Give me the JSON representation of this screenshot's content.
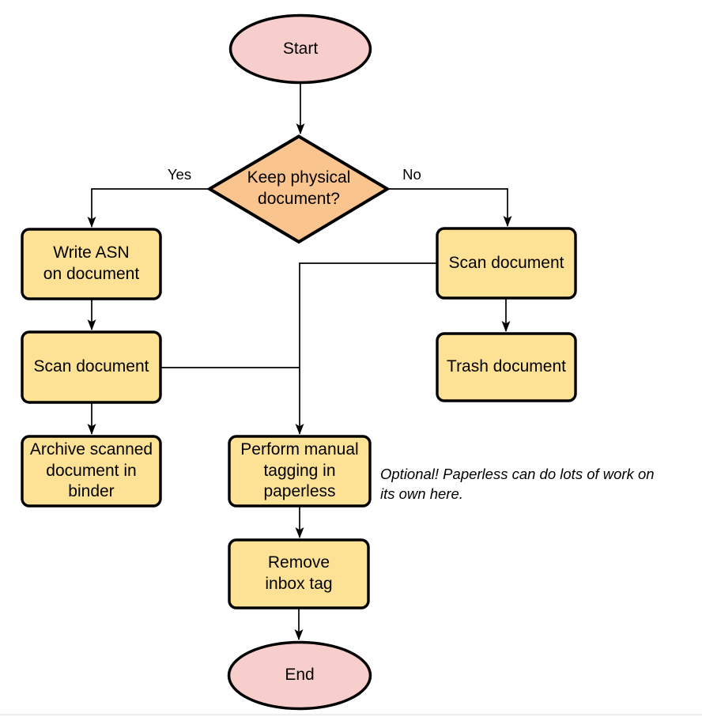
{
  "diagram_type": "flowchart",
  "nodes": {
    "start": {
      "label": "Start",
      "shape": "terminator"
    },
    "decision": {
      "label": "Keep physical\ndocument?",
      "shape": "decision"
    },
    "write_asn": {
      "label": "Write ASN\non document",
      "shape": "process"
    },
    "scan_left": {
      "label": "Scan document",
      "shape": "process"
    },
    "archive": {
      "label": "Archive scanned\ndocument in\nbinder",
      "shape": "process"
    },
    "scan_right": {
      "label": "Scan document",
      "shape": "process"
    },
    "trash": {
      "label": "Trash document",
      "shape": "process"
    },
    "perform_tagging": {
      "label": "Perform manual\ntagging in\npaperless",
      "shape": "process"
    },
    "remove_inbox": {
      "label": "Remove\ninbox tag",
      "shape": "process"
    },
    "end": {
      "label": "End",
      "shape": "terminator"
    }
  },
  "edges": [
    {
      "from": "start",
      "to": "decision",
      "label": ""
    },
    {
      "from": "decision",
      "to": "write_asn",
      "label": "Yes"
    },
    {
      "from": "decision",
      "to": "scan_right",
      "label": "No"
    },
    {
      "from": "write_asn",
      "to": "scan_left",
      "label": ""
    },
    {
      "from": "scan_left",
      "to": "archive",
      "label": ""
    },
    {
      "from": "scan_right",
      "to": "trash",
      "label": ""
    },
    {
      "from": "scan_right",
      "to": "perform_tagging",
      "label": ""
    },
    {
      "from": "scan_left",
      "to": "perform_tagging",
      "label": ""
    },
    {
      "from": "perform_tagging",
      "to": "remove_inbox",
      "label": ""
    },
    {
      "from": "remove_inbox",
      "to": "end",
      "label": ""
    }
  ],
  "annotation": {
    "text": "Optional! Paperless can do lots of work on\nits own here."
  },
  "colors": {
    "terminal_fill": "#F8CECC",
    "decision_fill": "#F9C48E",
    "process_fill": "#FDE296",
    "stroke": "#000000"
  }
}
